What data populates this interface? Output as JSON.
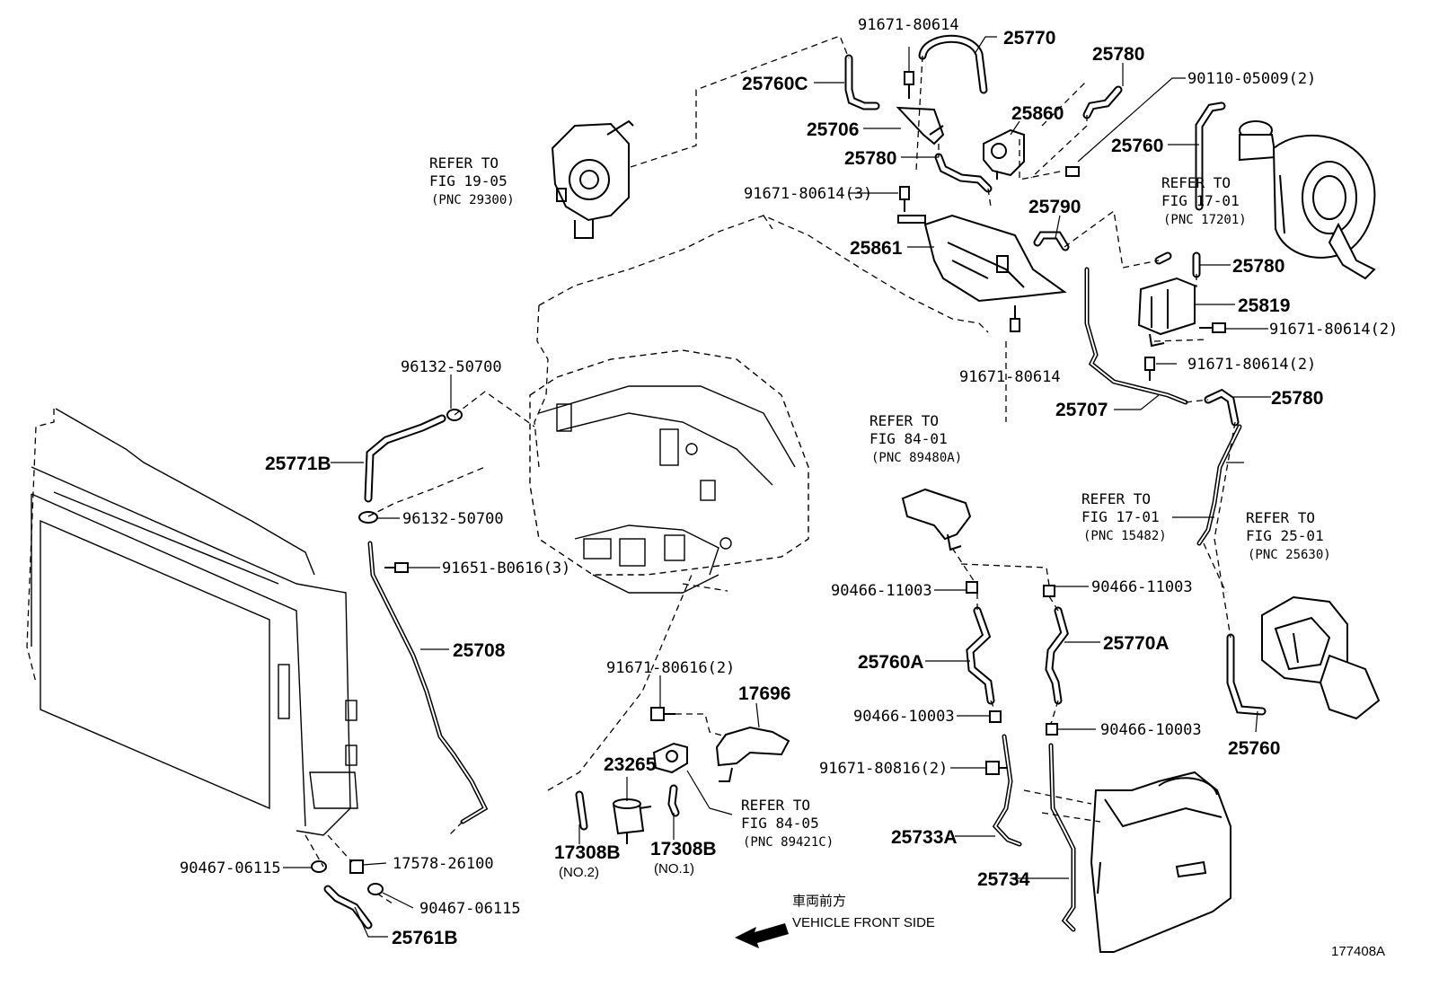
{
  "diagram_id": "177408A",
  "direction_note": {
    "jp": "車両前方",
    "en": "VEHICLE FRONT SIDE"
  },
  "parts": [
    {
      "key": "p25770",
      "text": "25770"
    },
    {
      "key": "p91671_80614_top",
      "text": "91671-80614"
    },
    {
      "key": "p25780_top",
      "text": "25780"
    },
    {
      "key": "p90110",
      "text": "90110-05009(2)"
    },
    {
      "key": "p25760C",
      "text": "25760C"
    },
    {
      "key": "p25860",
      "text": "25860"
    },
    {
      "key": "p25706",
      "text": "25706"
    },
    {
      "key": "p25780_mid",
      "text": "25780"
    },
    {
      "key": "p25760_top",
      "text": "25760"
    },
    {
      "key": "p91671_80614_3",
      "text": "91671-80614(3)"
    },
    {
      "key": "p25790",
      "text": "25790"
    },
    {
      "key": "p25861",
      "text": "25861"
    },
    {
      "key": "p25780_r",
      "text": "25780"
    },
    {
      "key": "p25819",
      "text": "25819"
    },
    {
      "key": "p91671_80614_2a",
      "text": "91671-80614(2)"
    },
    {
      "key": "p91671_80614_2b",
      "text": "91671-80614(2)"
    },
    {
      "key": "p91671_80614_b",
      "text": "91671-80614"
    },
    {
      "key": "p25707",
      "text": "25707"
    },
    {
      "key": "p25780_low",
      "text": "25780"
    },
    {
      "key": "p96132_a",
      "text": "96132-50700"
    },
    {
      "key": "p25771B",
      "text": "25771B"
    },
    {
      "key": "p96132_b",
      "text": "96132-50700"
    },
    {
      "key": "p91651",
      "text": "91651-B0616(3)"
    },
    {
      "key": "p25708",
      "text": "25708"
    },
    {
      "key": "p90466_11003_l",
      "text": "90466-11003"
    },
    {
      "key": "p90466_11003_r",
      "text": "90466-11003"
    },
    {
      "key": "p25760A",
      "text": "25760A"
    },
    {
      "key": "p25770A",
      "text": "25770A"
    },
    {
      "key": "p91671_80616",
      "text": "91671-80616(2)"
    },
    {
      "key": "p17696",
      "text": "17696"
    },
    {
      "key": "p90466_10003_l",
      "text": "90466-10003"
    },
    {
      "key": "p90466_10003_r",
      "text": "90466-10003"
    },
    {
      "key": "p25760_bot",
      "text": "25760"
    },
    {
      "key": "p23265",
      "text": "23265"
    },
    {
      "key": "p91671_80816",
      "text": "91671-80816(2)"
    },
    {
      "key": "p25733A",
      "text": "25733A"
    },
    {
      "key": "p17308B_2",
      "text": "17308B"
    },
    {
      "key": "p17308B_1",
      "text": "17308B"
    },
    {
      "key": "p25734",
      "text": "25734"
    },
    {
      "key": "p90467_a",
      "text": "90467-06115"
    },
    {
      "key": "p17578",
      "text": "17578-26100"
    },
    {
      "key": "p90467_b",
      "text": "90467-06115"
    },
    {
      "key": "p25761B",
      "text": "25761B"
    }
  ],
  "sublabels": {
    "no2": "(NO.2)",
    "no1": "(NO.1)"
  },
  "references": [
    {
      "key": "r19_05",
      "line1": "REFER TO",
      "line2": "FIG 19-05",
      "line3": "(PNC 29300)"
    },
    {
      "key": "r17_01a",
      "line1": "REFER TO",
      "line2": "FIG 17-01",
      "line3": "(PNC 17201)"
    },
    {
      "key": "r84_01",
      "line1": "REFER TO",
      "line2": "FIG 84-01",
      "line3": "(PNC 89480A)"
    },
    {
      "key": "r17_01b",
      "line1": "REFER TO",
      "line2": "FIG 17-01",
      "line3": "(PNC 15482)"
    },
    {
      "key": "r25_01",
      "line1": "REFER TO",
      "line2": "FIG 25-01",
      "line3": "(PNC 25630)"
    },
    {
      "key": "r84_05",
      "line1": "REFER TO",
      "line2": "FIG 84-05",
      "line3": "(PNC 89421C)"
    }
  ]
}
